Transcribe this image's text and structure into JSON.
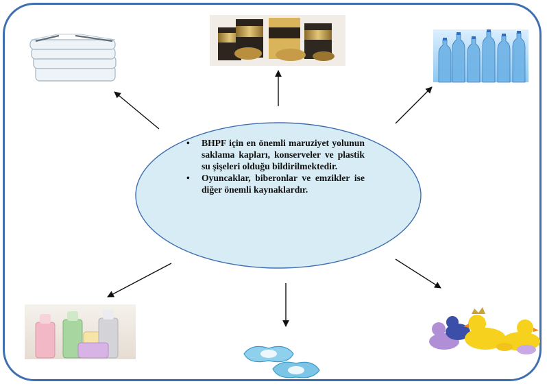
{
  "central_node": {
    "bullets": [
      "BHPF için en önemli maruziyet yolunun saklama kapları, konserveler ve plastik su şişeleri olduğu bildirilmektedir.",
      "Oyuncaklar, biberonlar ve emzikler ise diğer önemli kaynaklardır."
    ]
  },
  "colors": {
    "frame_border": "#3f6fb0",
    "ellipse_fill": "#d7ecf4",
    "ellipse_border": "#3f6fb0",
    "arrow": "#111111"
  },
  "images": [
    {
      "id": "storage-containers",
      "icon": "stacked-plastic-containers"
    },
    {
      "id": "canned-food",
      "icon": "food-cans"
    },
    {
      "id": "plastic-water-bottles",
      "icon": "water-bottles"
    },
    {
      "id": "baby-bottles",
      "icon": "baby-bottles"
    },
    {
      "id": "pacifiers",
      "icon": "pacifiers"
    },
    {
      "id": "rubber-ducks",
      "icon": "toy-ducks"
    }
  ]
}
